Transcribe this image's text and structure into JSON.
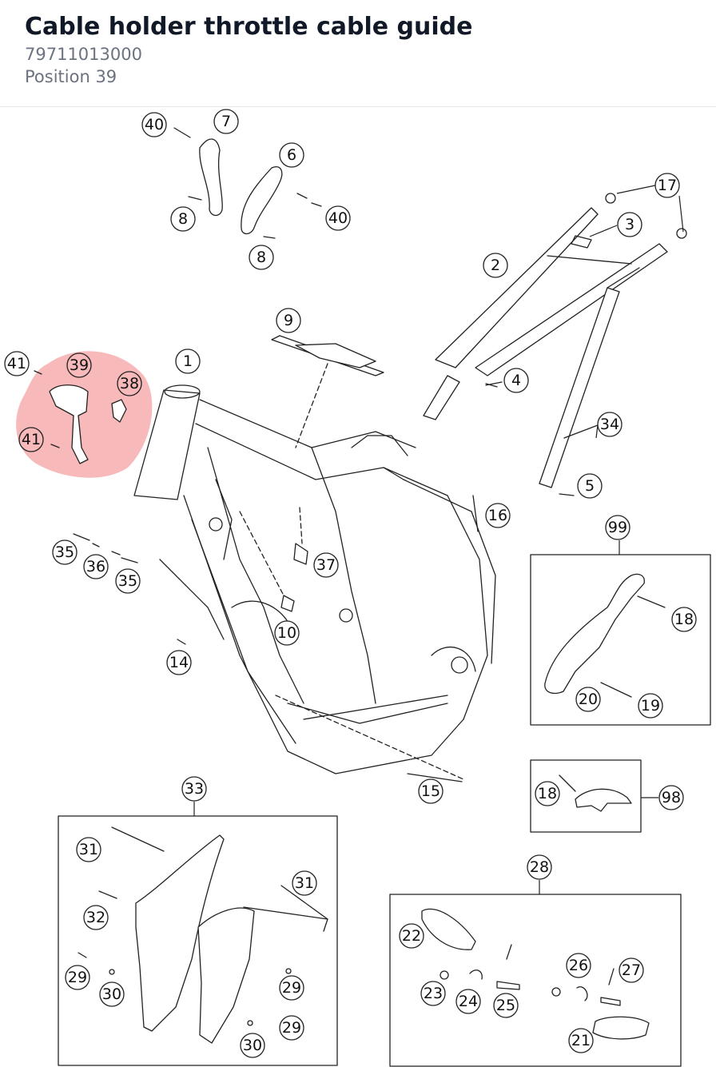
{
  "header": {
    "title": "Cable holder throttle cable guide",
    "part_number": "79711013000",
    "position_text": "Position 39"
  },
  "diagram": {
    "highlight_color": "#f28b8b",
    "line_color": "#222222",
    "callouts": [
      {
        "id": "c40a",
        "label": "40"
      },
      {
        "id": "c7",
        "label": "7"
      },
      {
        "id": "c6",
        "label": "6"
      },
      {
        "id": "c8a",
        "label": "8"
      },
      {
        "id": "c40b",
        "label": "40"
      },
      {
        "id": "c8b",
        "label": "8"
      },
      {
        "id": "c17",
        "label": "17"
      },
      {
        "id": "c3",
        "label": "3"
      },
      {
        "id": "c2",
        "label": "2"
      },
      {
        "id": "c9",
        "label": "9"
      },
      {
        "id": "c41a",
        "label": "41"
      },
      {
        "id": "c39",
        "label": "39"
      },
      {
        "id": "c38",
        "label": "38"
      },
      {
        "id": "c41b",
        "label": "41"
      },
      {
        "id": "c1",
        "label": "1"
      },
      {
        "id": "c4",
        "label": "4"
      },
      {
        "id": "c34",
        "label": "34"
      },
      {
        "id": "c5",
        "label": "5"
      },
      {
        "id": "c16",
        "label": "16"
      },
      {
        "id": "c99",
        "label": "99"
      },
      {
        "id": "c35a",
        "label": "35"
      },
      {
        "id": "c36",
        "label": "36"
      },
      {
        "id": "c35b",
        "label": "35"
      },
      {
        "id": "c37",
        "label": "37"
      },
      {
        "id": "c18a",
        "label": "18"
      },
      {
        "id": "c10",
        "label": "10"
      },
      {
        "id": "c14",
        "label": "14"
      },
      {
        "id": "c20",
        "label": "20"
      },
      {
        "id": "c19",
        "label": "19"
      },
      {
        "id": "c33",
        "label": "33"
      },
      {
        "id": "c15",
        "label": "15"
      },
      {
        "id": "c18b",
        "label": "18"
      },
      {
        "id": "c98",
        "label": "98"
      },
      {
        "id": "c31a",
        "label": "31"
      },
      {
        "id": "c28",
        "label": "28"
      },
      {
        "id": "c31b",
        "label": "31"
      },
      {
        "id": "c32",
        "label": "32"
      },
      {
        "id": "c22",
        "label": "22"
      },
      {
        "id": "c26",
        "label": "26"
      },
      {
        "id": "c27",
        "label": "27"
      },
      {
        "id": "c29a",
        "label": "29"
      },
      {
        "id": "c30a",
        "label": "30"
      },
      {
        "id": "c29b",
        "label": "29"
      },
      {
        "id": "c23",
        "label": "23"
      },
      {
        "id": "c24",
        "label": "24"
      },
      {
        "id": "c25",
        "label": "25"
      },
      {
        "id": "c29c",
        "label": "29"
      },
      {
        "id": "c21",
        "label": "21"
      },
      {
        "id": "c30b",
        "label": "30"
      }
    ]
  }
}
